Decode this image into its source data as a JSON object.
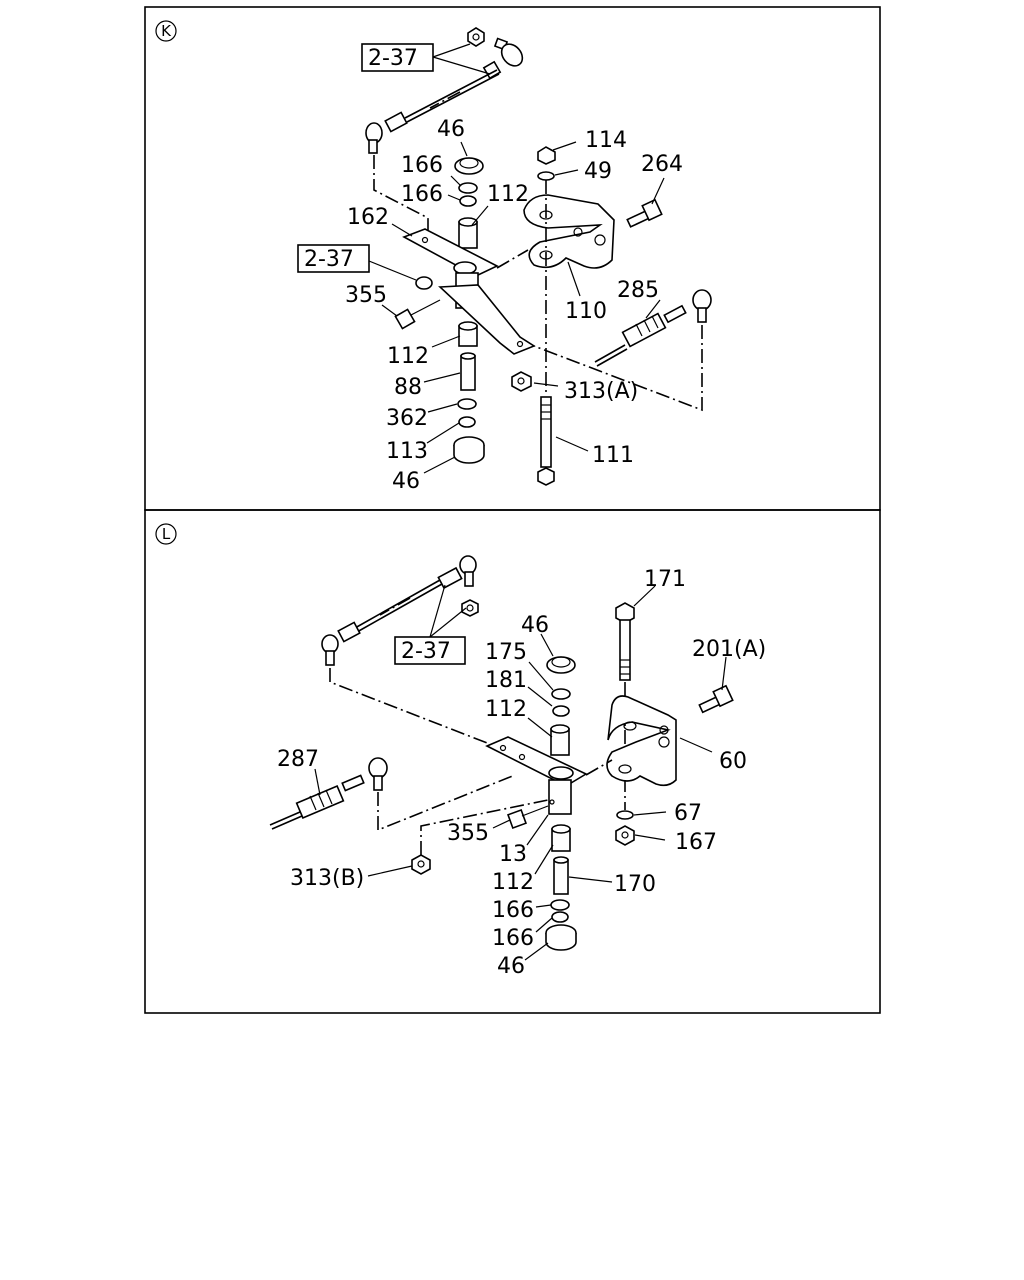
{
  "panels": [
    {
      "letter": "K",
      "callouts": [
        "2-37",
        "46",
        "166",
        "166",
        "112",
        "114",
        "49",
        "264",
        "162",
        "2-37",
        "355",
        "110",
        "285",
        "112",
        "88",
        "313(A)",
        "362",
        "113",
        "111",
        "46"
      ]
    },
    {
      "letter": "L",
      "callouts": [
        "171",
        "46",
        "2-37",
        "175",
        "201(A)",
        "181",
        "112",
        "287",
        "60",
        "67",
        "355",
        "167",
        "13",
        "313(B)",
        "112",
        "170",
        "166",
        "166",
        "46"
      ]
    }
  ]
}
